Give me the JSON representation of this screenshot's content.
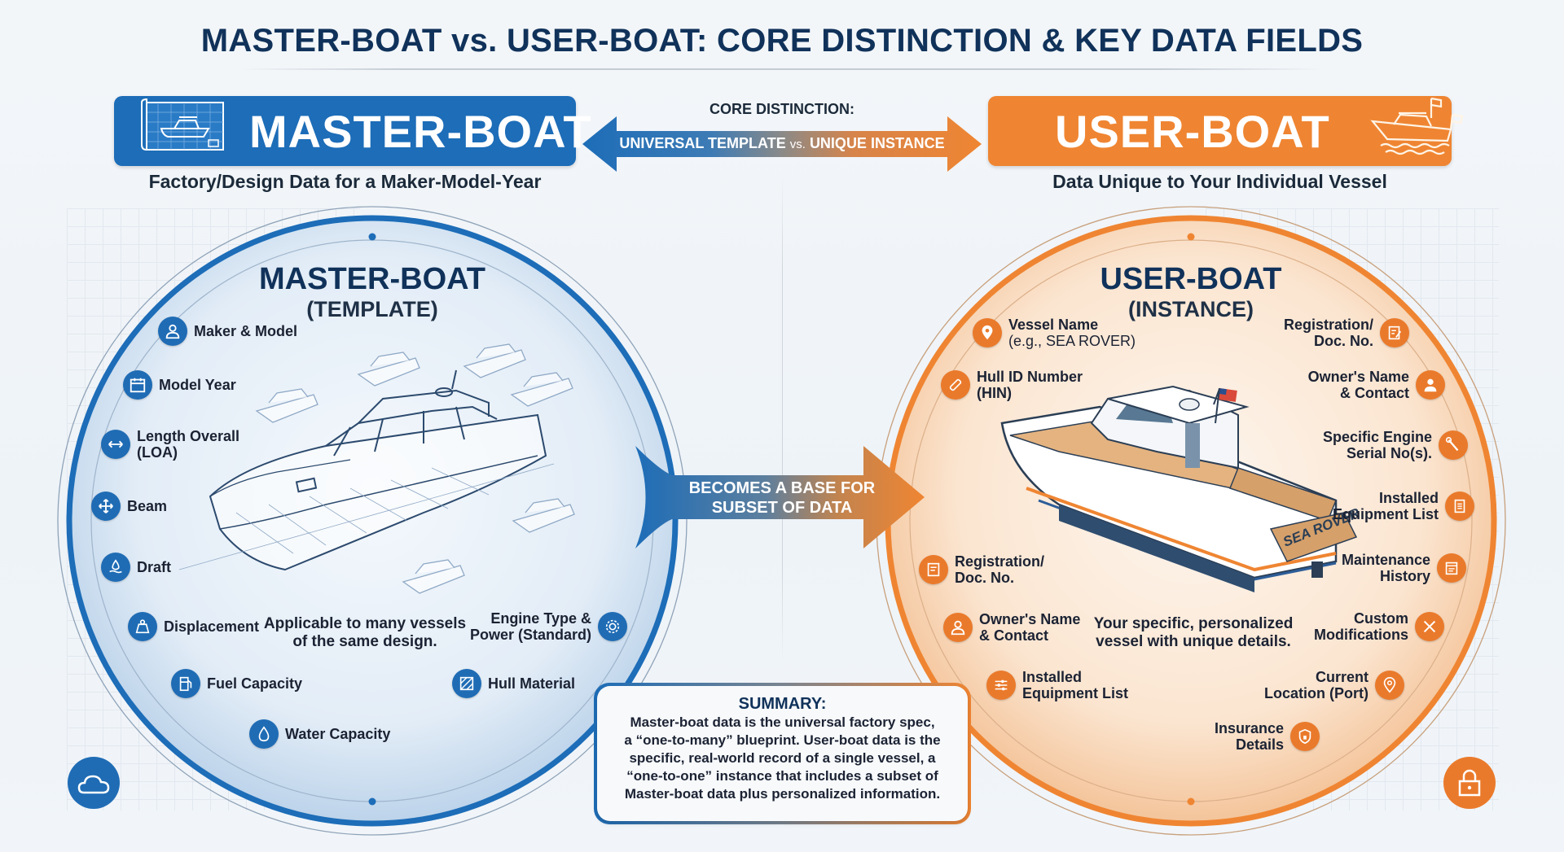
{
  "title": "MASTER-BOAT vs. USER-BOAT: CORE DISTINCTION & KEY DATA FIELDS",
  "colors": {
    "master": "#1d6db8",
    "user": "#ef8532",
    "navy": "#10325a"
  },
  "header": {
    "master_banner": {
      "label": "MASTER-BOAT",
      "icon": "blueprint-boat-icon",
      "subtitle": "Factory/Design Data for a Maker-Model-Year"
    },
    "user_banner": {
      "label": "USER-BOAT",
      "icon": "boat-flags-icon",
      "subtitle": "Data Unique to Your Individual Vessel"
    },
    "core": {
      "label": "CORE DISTINCTION:",
      "left": "UNIVERSAL TEMPLATE",
      "vs": "vs.",
      "right": "UNIQUE INSTANCE"
    }
  },
  "master": {
    "title": "MASTER-BOAT",
    "subtitle": "(TEMPLATE)",
    "caption_line1": "Applicable to many vessels",
    "caption_line2": "of the same design.",
    "fields": [
      {
        "line1": "Maker & Model",
        "line2": "",
        "icon": "person-icon"
      },
      {
        "line1": "Model Year",
        "line2": "",
        "icon": "calendar-icon"
      },
      {
        "line1": "Length Overall",
        "line2": "(LOA)",
        "icon": "horizontal-arrows-icon"
      },
      {
        "line1": "Beam",
        "line2": "",
        "icon": "four-way-arrows-icon"
      },
      {
        "line1": "Draft",
        "line2": "",
        "icon": "water-drop-waves-icon"
      },
      {
        "line1": "Displacement",
        "line2": "",
        "icon": "weight-icon"
      },
      {
        "line1": "Fuel Capacity",
        "line2": "",
        "icon": "fuel-pump-icon"
      },
      {
        "line1": "Water Capacity",
        "line2": "",
        "icon": "water-drop-icon"
      },
      {
        "line1": "Engine Type &",
        "line2": "Power (Standard)",
        "icon": "gear-icon"
      },
      {
        "line1": "Hull Material",
        "line2": "",
        "icon": "hatched-square-icon"
      }
    ]
  },
  "user": {
    "title": "USER-BOAT",
    "subtitle": "(INSTANCE)",
    "caption_line1": "Your specific, personalized",
    "caption_line2": "vessel with unique details.",
    "boat_name": "SEA ROVER",
    "fields_left": [
      {
        "line1": "Vessel Name",
        "line2": "(e.g., SEA ROVER)",
        "icon": "location-pin-icon"
      },
      {
        "line1": "Hull ID Number",
        "line2": "(HIN)",
        "icon": "id-tag-icon"
      },
      {
        "line1": "Registration/",
        "line2": "Doc. No.",
        "icon": "document-icon"
      },
      {
        "line1": "Owner's Name",
        "line2": "& Contact",
        "icon": "person-icon"
      },
      {
        "line1": "Installed",
        "line2": "Equipment List",
        "icon": "sliders-icon"
      }
    ],
    "fields_right": [
      {
        "line1": "Registration/",
        "line2": "Doc. No.",
        "icon": "edit-document-icon"
      },
      {
        "line1": "Owner's Name",
        "line2": "& Contact",
        "icon": "person-icon"
      },
      {
        "line1": "Specific Engine",
        "line2": "Serial No(s).",
        "icon": "wrench-icon"
      },
      {
        "line1": "Installed",
        "line2": "Equipment List",
        "icon": "list-icon"
      },
      {
        "line1": "Maintenance",
        "line2": "History",
        "icon": "calendar-list-icon"
      },
      {
        "line1": "Custom",
        "line2": "Modifications",
        "icon": "tools-icon"
      },
      {
        "line1": "Current",
        "line2": "Location (Port)",
        "icon": "location-pin-icon"
      },
      {
        "line1": "Insurance",
        "line2": "Details",
        "icon": "shield-lock-icon"
      }
    ]
  },
  "middle_arrow": {
    "line1": "BECOMES A BASE FOR",
    "line2": "SUBSET OF DATA"
  },
  "summary": {
    "heading": "SUMMARY:",
    "lines": [
      "Master-boat data is the universal factory spec,",
      "a “one-to-many” blueprint. User-boat data is the",
      "specific, real-world record of a single vessel, a",
      "“one-to-one” instance that includes a subset of",
      "Master-boat data plus personalized information."
    ]
  },
  "corner_icons": {
    "left": "cloud-icon",
    "right": "padlock-icon"
  }
}
